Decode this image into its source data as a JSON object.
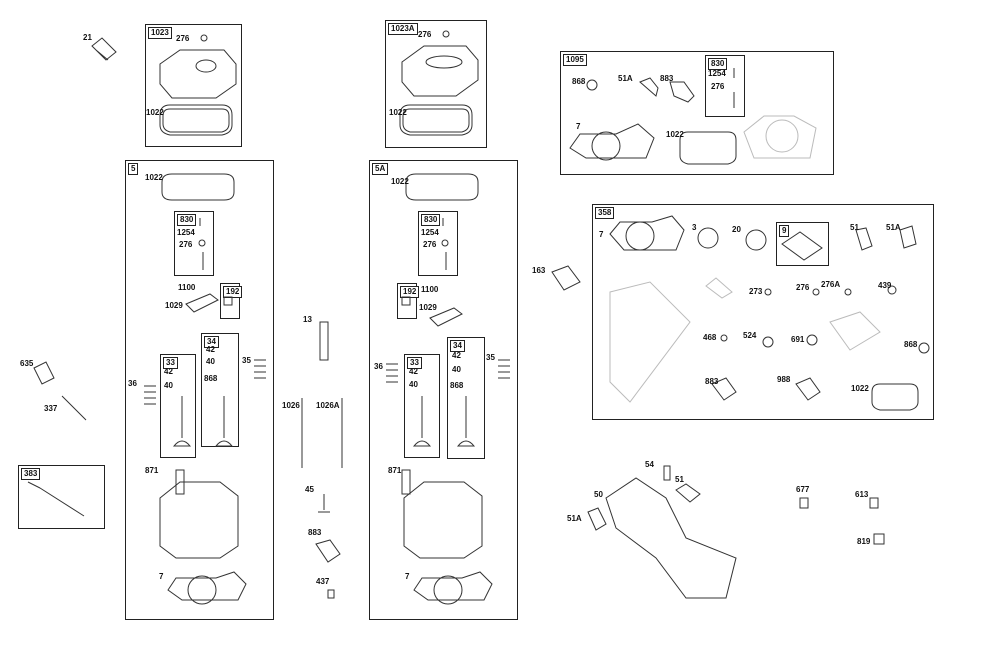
{
  "diagram": {
    "boxes": [
      {
        "id": "1023"
      },
      {
        "id": "1023A"
      },
      {
        "id": "1095"
      },
      {
        "id": "5"
      },
      {
        "id": "5A"
      },
      {
        "id": "358"
      },
      {
        "id": "383"
      },
      {
        "id": "830"
      },
      {
        "id": "192"
      },
      {
        "id": "33"
      },
      {
        "id": "34"
      },
      {
        "id": "9"
      }
    ],
    "labels": [
      "21",
      "276",
      "1022",
      "1023A",
      "868",
      "51A",
      "883",
      "1254",
      "7",
      "163",
      "3",
      "20",
      "51",
      "439",
      "273",
      "276A",
      "468",
      "524",
      "691",
      "988",
      "1100",
      "1029",
      "13",
      "42",
      "40",
      "35",
      "36",
      "635",
      "337",
      "383",
      "871",
      "1026",
      "1026A",
      "45",
      "437",
      "54",
      "50",
      "677",
      "613",
      "819"
    ],
    "colors": {
      "line": "#222222",
      "part": "#555555",
      "light": "#bbbbbb"
    }
  }
}
